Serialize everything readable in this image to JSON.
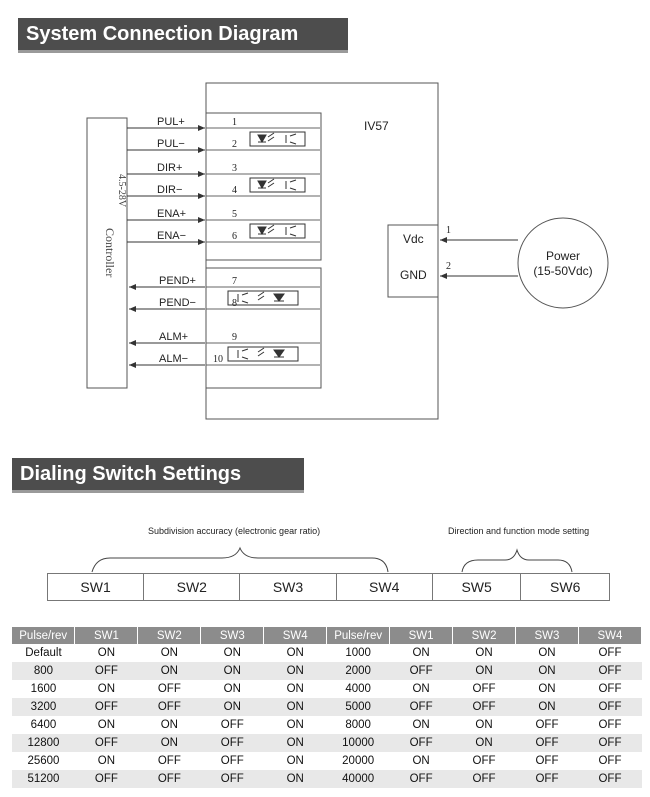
{
  "sections": {
    "connection_title": "System Connection Diagram",
    "switch_title": "Dialing Switch Settings"
  },
  "diagram": {
    "driver_name": "IV57",
    "controller_label": "Controller",
    "controller_voltage": "4.5-28V",
    "signals": [
      {
        "label": "PUL+",
        "pin": "1"
      },
      {
        "label": "PUL−",
        "pin": "2"
      },
      {
        "label": "DIR+",
        "pin": "3"
      },
      {
        "label": "DIR−",
        "pin": "4"
      },
      {
        "label": "ENA+",
        "pin": "5"
      },
      {
        "label": "ENA−",
        "pin": "6"
      },
      {
        "label": "PEND+",
        "pin": "7"
      },
      {
        "label": "PEND−",
        "pin": "8"
      },
      {
        "label": "ALM+",
        "pin": "9"
      },
      {
        "label": "ALM−",
        "pin": "10"
      }
    ],
    "power_terminals": [
      {
        "label": "Vdc",
        "pin": "1"
      },
      {
        "label": "GND",
        "pin": "2"
      }
    ],
    "power_name": "Power",
    "power_range": "(15-50Vdc)"
  },
  "switch_groups": {
    "subdivision": "Subdivision accuracy (electronic gear ratio)",
    "direction": "Direction and function mode setting"
  },
  "switches": [
    "SW1",
    "SW2",
    "SW3",
    "SW4",
    "SW5",
    "SW6"
  ],
  "table": {
    "headers": [
      "Pulse/rev",
      "SW1",
      "SW2",
      "SW3",
      "SW4",
      "Pulse/rev",
      "SW1",
      "SW2",
      "SW3",
      "SW4"
    ],
    "rows": [
      [
        "Default",
        "ON",
        "ON",
        "ON",
        "ON",
        "1000",
        "ON",
        "ON",
        "ON",
        "OFF"
      ],
      [
        "800",
        "OFF",
        "ON",
        "ON",
        "ON",
        "2000",
        "OFF",
        "ON",
        "ON",
        "OFF"
      ],
      [
        "1600",
        "ON",
        "OFF",
        "ON",
        "ON",
        "4000",
        "ON",
        "OFF",
        "ON",
        "OFF"
      ],
      [
        "3200",
        "OFF",
        "OFF",
        "ON",
        "ON",
        "5000",
        "OFF",
        "OFF",
        "ON",
        "OFF"
      ],
      [
        "6400",
        "ON",
        "ON",
        "OFF",
        "ON",
        "8000",
        "ON",
        "ON",
        "OFF",
        "OFF"
      ],
      [
        "12800",
        "OFF",
        "ON",
        "OFF",
        "ON",
        "10000",
        "OFF",
        "ON",
        "OFF",
        "OFF"
      ],
      [
        "25600",
        "ON",
        "OFF",
        "OFF",
        "ON",
        "20000",
        "ON",
        "OFF",
        "OFF",
        "OFF"
      ],
      [
        "51200",
        "OFF",
        "OFF",
        "OFF",
        "ON",
        "40000",
        "OFF",
        "OFF",
        "OFF",
        "OFF"
      ]
    ]
  }
}
